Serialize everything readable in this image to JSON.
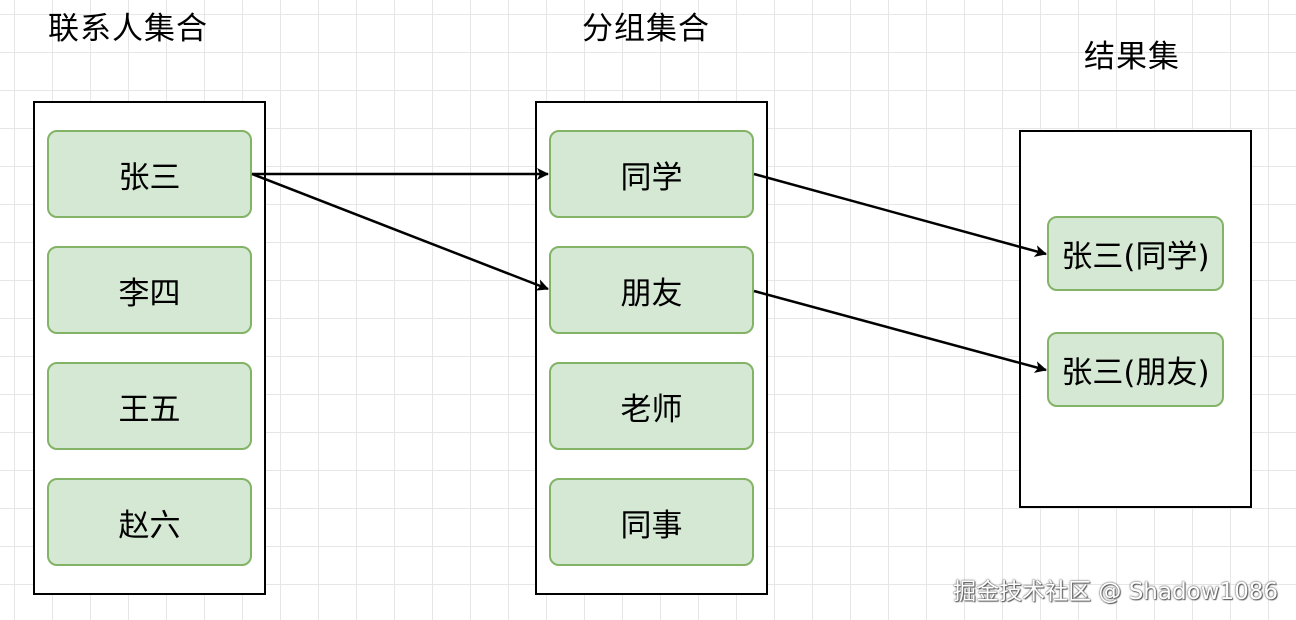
{
  "titles": {
    "contacts": "联系人集合",
    "groups": "分组集合",
    "results": "结果集"
  },
  "contacts": [
    "张三",
    "李四",
    "王五",
    "赵六"
  ],
  "groups": [
    "同学",
    "朋友",
    "老师",
    "同事"
  ],
  "results": [
    "张三(同学)",
    "张三(朋友)"
  ],
  "watermark": "掘金技术社区 @ Shadow1086",
  "colors": {
    "node_fill": "#d5e8d4",
    "node_border": "#82b366",
    "container_border": "#000000",
    "grid": "#e6e6e6"
  }
}
